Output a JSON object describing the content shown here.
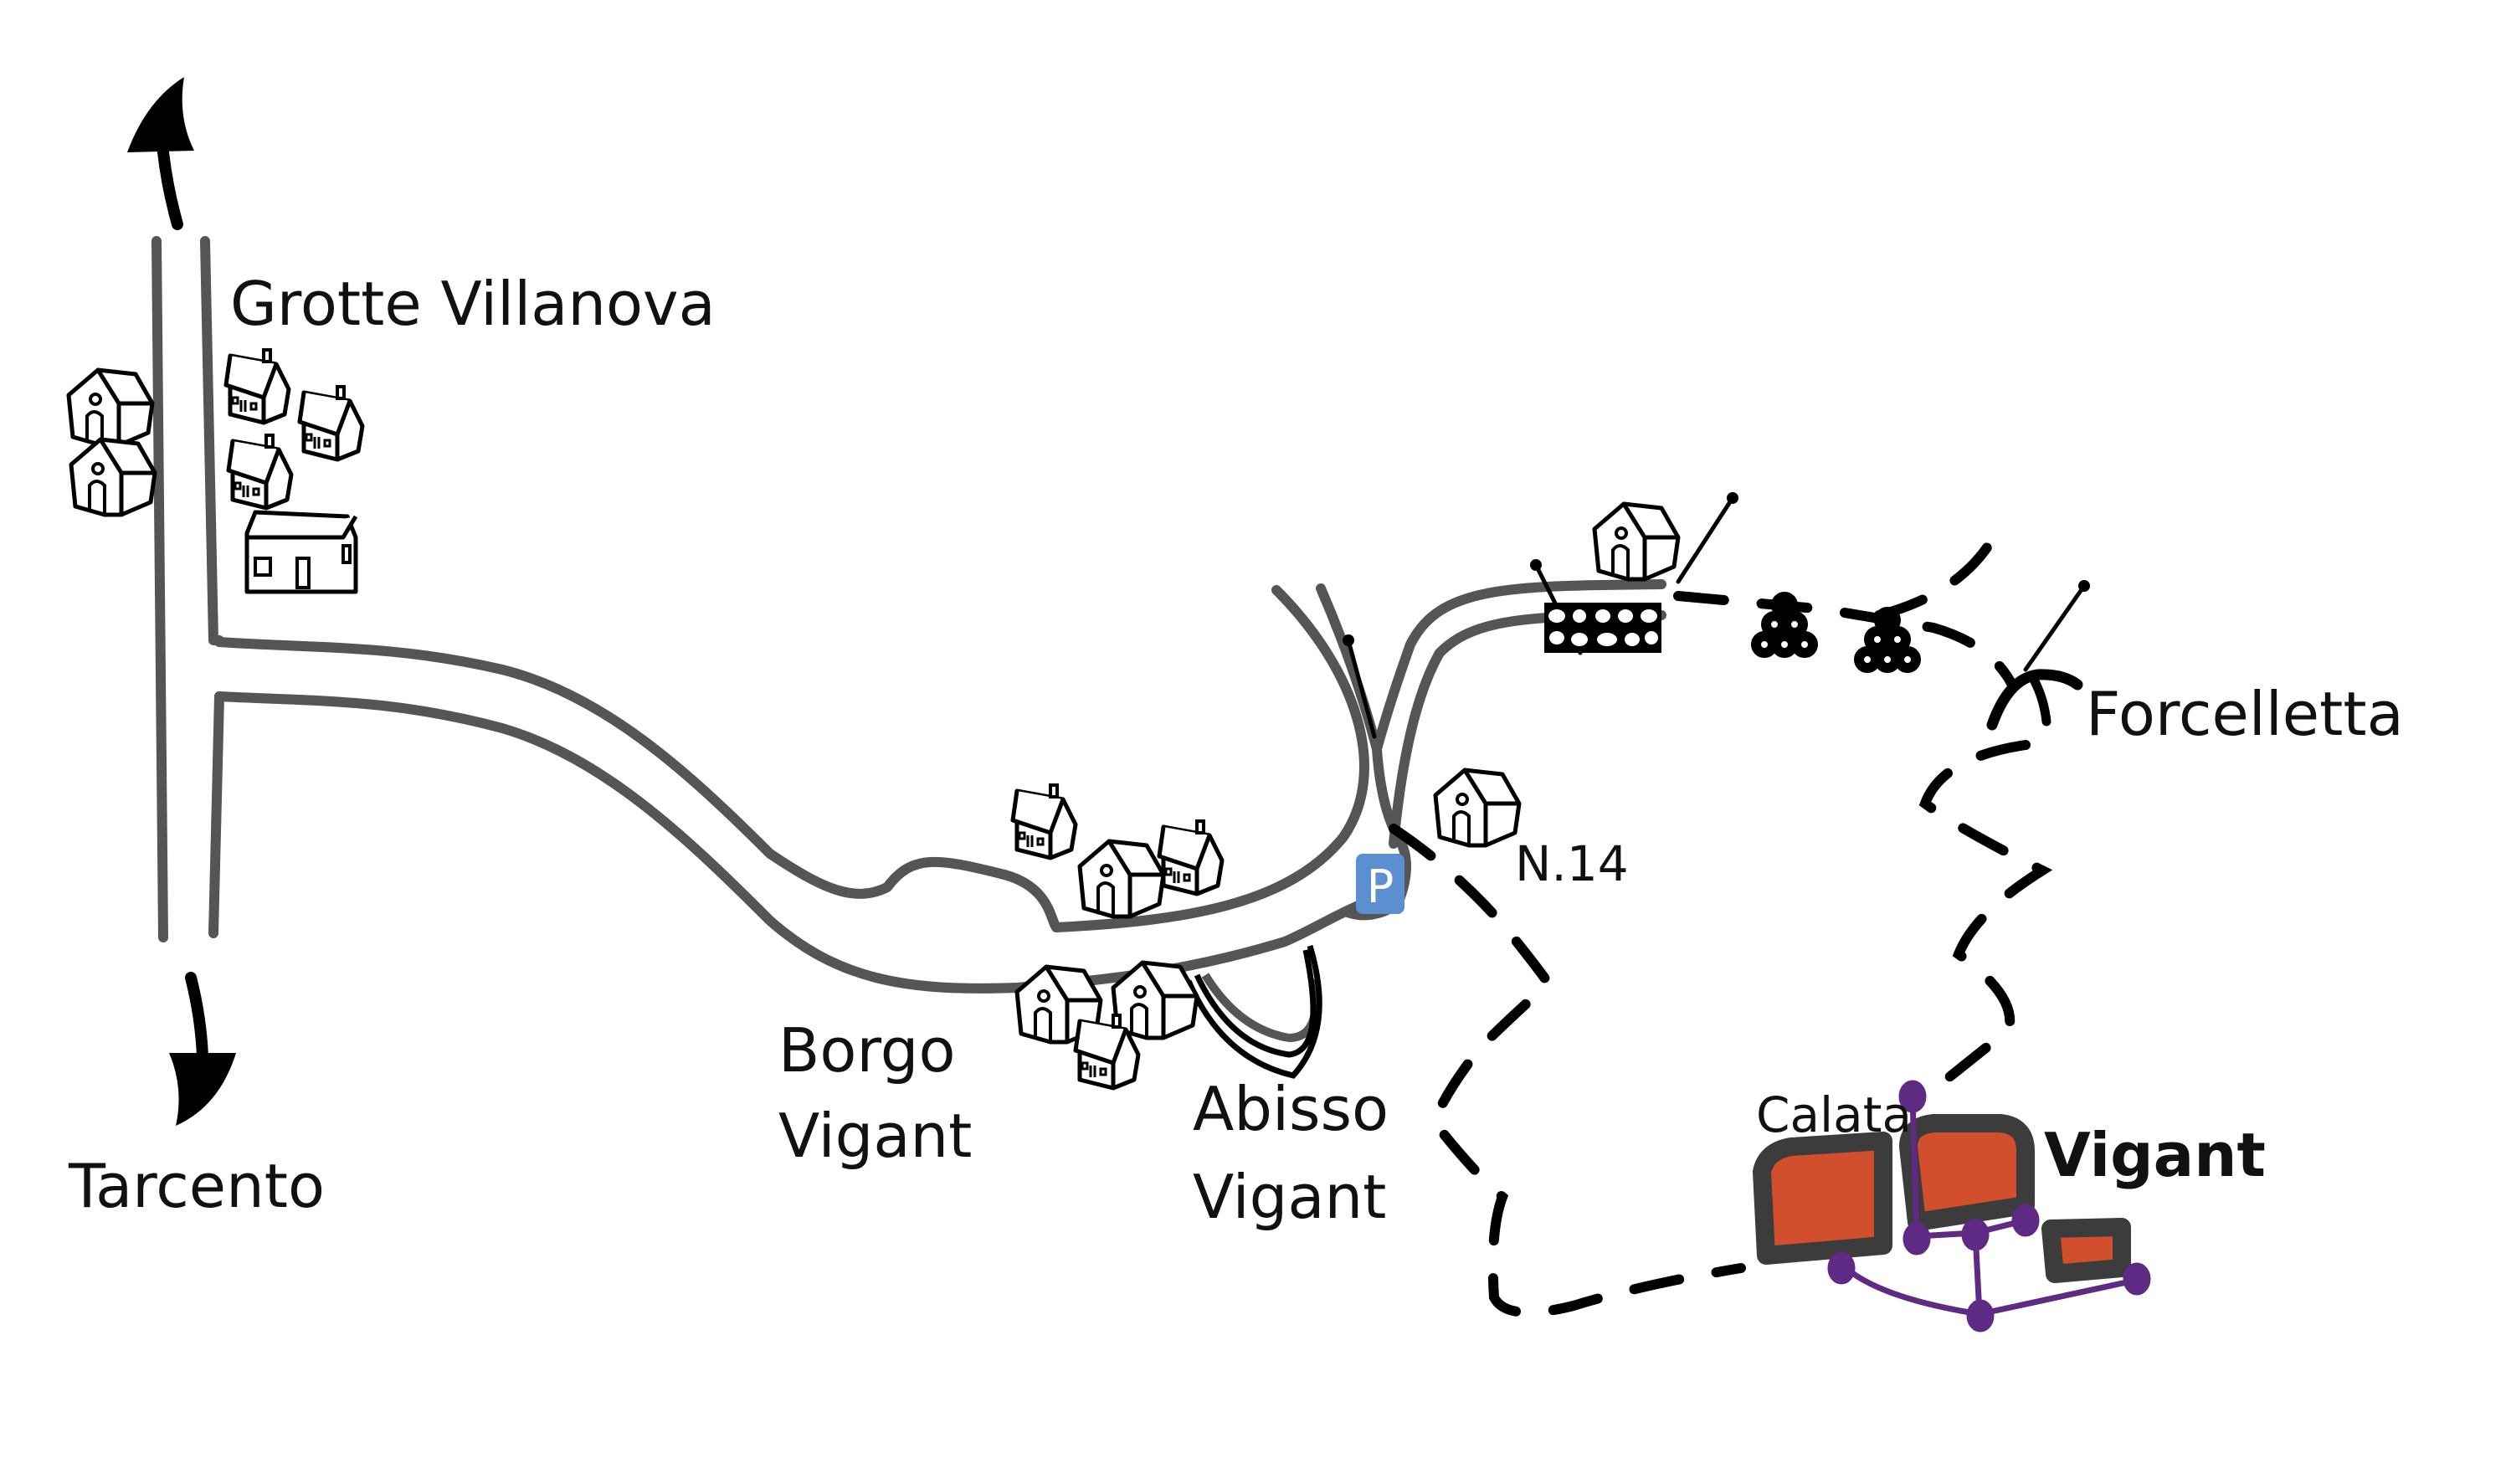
{
  "map": {
    "labels": {
      "grotte_villanova": "Grotte Villanova",
      "tarcento": "Tarcento",
      "borgo_line1": "Borgo",
      "borgo_line2": "Vigant",
      "abisso_line1": "Abisso",
      "abisso_line2": "Vigant",
      "n14": "N.14",
      "forcelletta": "Forcelletta",
      "calata": "Calata",
      "vigant": "Vigant"
    },
    "parking_sign": "P",
    "icons": {
      "north_arrow": "arrow-up-icon",
      "south_arrow": "arrow-down-icon",
      "house": "house-icon",
      "wall": "stone-wall-icon",
      "woodpile": "woodpile-icon",
      "pass": "mountain-pass-icon",
      "parking": "parking-icon"
    },
    "colors": {
      "road": "#555555",
      "trail": "#000000",
      "cave_fill": "#d24f2e",
      "cave_border": "#3c3c3c",
      "cave_connection": "#5e2a84",
      "parking": "#5b8fcf"
    }
  }
}
